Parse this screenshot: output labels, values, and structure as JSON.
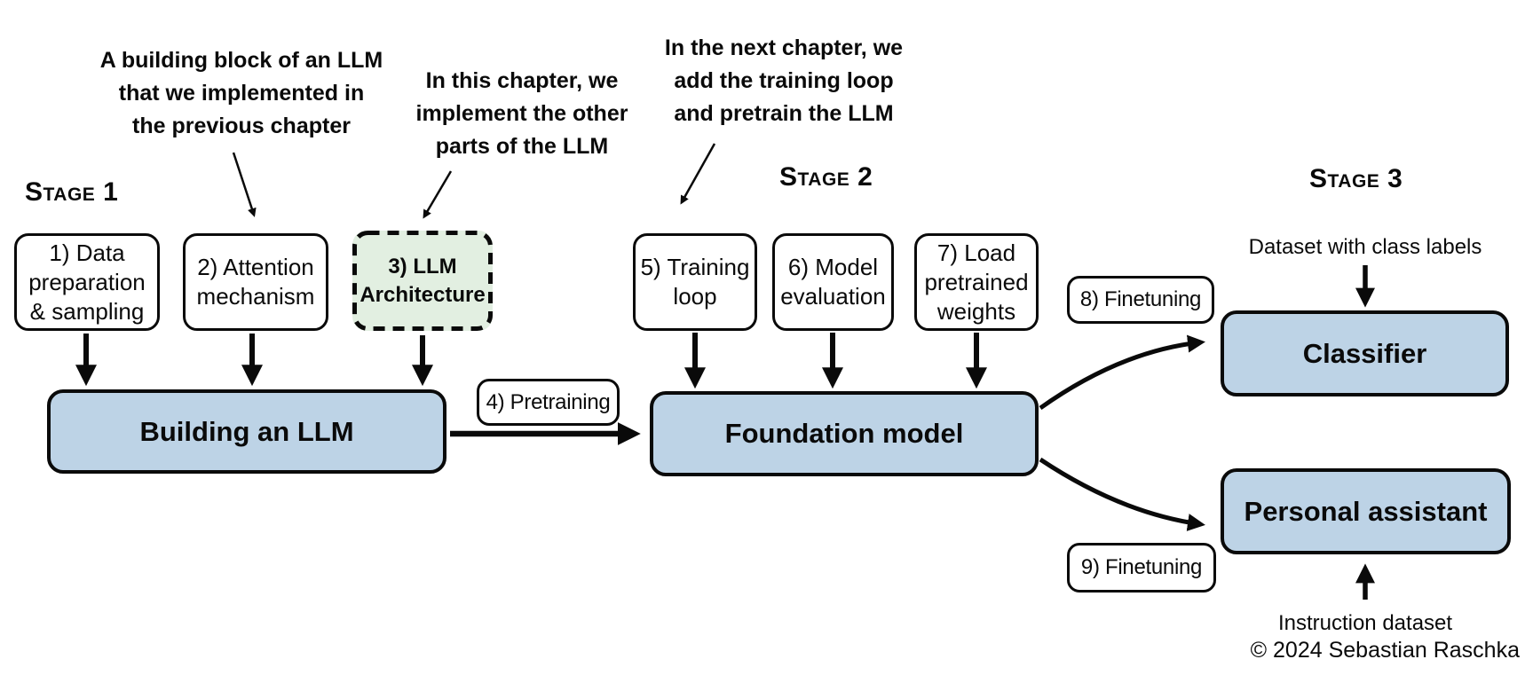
{
  "colors": {
    "box_blue": "#bdd3e6",
    "box_green": "#e2efe1",
    "line": "#0a0a0a",
    "background": "#ffffff"
  },
  "stages": {
    "stage1": "Stage 1",
    "stage2": "Stage 2",
    "stage3": "Stage 3"
  },
  "annotations": {
    "attention_block_note": "A building block of an LLM\nthat we implemented in\nthe previous chapter",
    "this_chapter_note": "In this chapter, we\nimplement the other\nparts of the LLM",
    "next_chapter_note": "In the next chapter, we\nadd the training loop\nand pretrain the LLM"
  },
  "boxes": {
    "data_preparation": "1) Data\npreparation\n& sampling",
    "attention_mechanism": "2) Attention\nmechanism",
    "llm_architecture": "3) LLM\nArchitecture",
    "building_llm": "Building an LLM",
    "pretraining": "4) Pretraining",
    "training_loop": "5) Training\nloop",
    "model_evaluation": "6) Model\nevaluation",
    "load_pretrained_weights": "7) Load\npretrained\nweights",
    "finetuning_classifier": "8) Finetuning",
    "finetuning_assistant": "9) Finetuning",
    "classifier": "Classifier",
    "personal_assistant": "Personal assistant"
  },
  "captions": {
    "dataset_with_class_labels": "Dataset with class labels",
    "instruction_dataset": "Instruction dataset",
    "copyright": "© 2024 Sebastian Raschka"
  }
}
